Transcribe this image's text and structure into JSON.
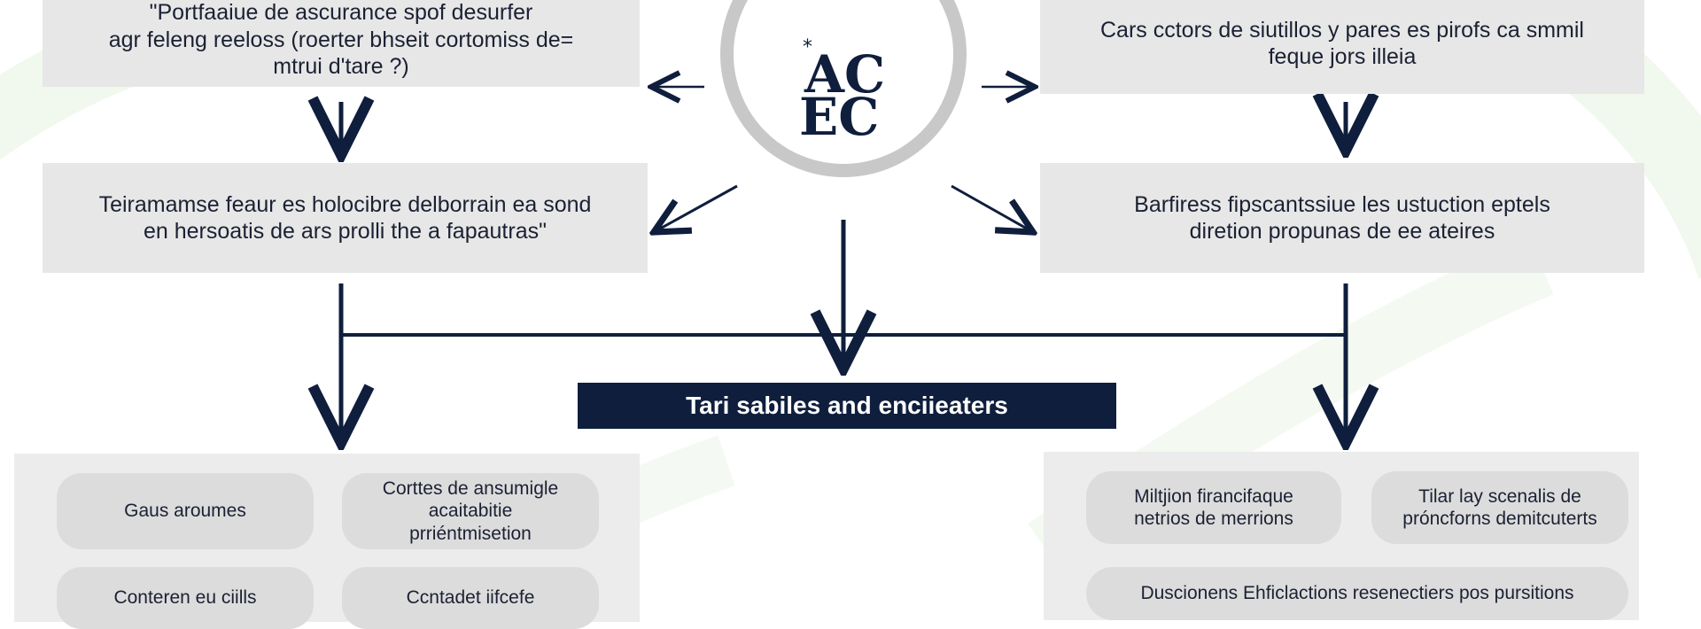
{
  "colors": {
    "navy": "#0f1e3c",
    "box_gray": "#e7e7e7",
    "pill_gray": "#dcdcdc",
    "ring_gray": "#c8c8c8",
    "decor_green": "#eef6ea"
  },
  "logo": {
    "top_text": "AC",
    "bottom_text": "EC",
    "star": "*"
  },
  "boxes": {
    "top_left": "\"Portfaaiue de ascurance spof desurfer\nagr feleng reeloss (roerter bhseit cortomiss de=\nmtrui d'tare ?)",
    "top_right": "Cars cctors de siutillos y pares es pirofs ca smmil\nfeque jors illeia",
    "mid_left": "Teiramamse feaur es holocibre delborrain ea sond\nen hersoatis de ars prolli the a fapautras\"",
    "mid_right": "Barfiress fipscantssiue les ustuction eptels\ndiretion propunas de ee ateires"
  },
  "banner": {
    "label": "Tari sabiles and enciieaters"
  },
  "left_panel": {
    "items": [
      "Gaus aroumes",
      "Corttes de ansumigle\nacaitabitie\nprriéntmisetion",
      "Conteren eu ciills",
      "Ccntadet iifcefe"
    ]
  },
  "right_panel": {
    "items": [
      "Miltjion firancifaque\nnetrios de merrions",
      "Tilar lay scenalis de\npróncforns demitcuterts",
      "Duscionens Ehficlactions resenectiers pos pursitions"
    ]
  }
}
